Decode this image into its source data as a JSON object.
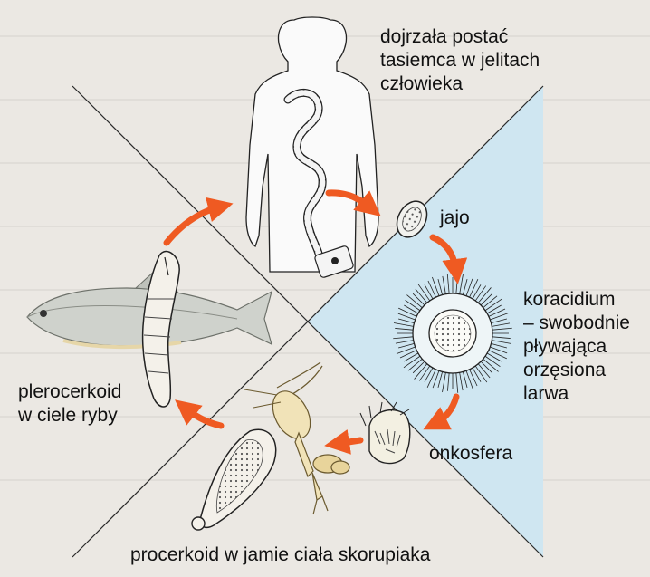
{
  "labels": {
    "adult": "dojrzała postać\ntasiemca w jelitach\nczłowieka",
    "egg": "jajo",
    "coracidium": "koracidium\n– swobodnie\npływająca\norzęsiona\nlarwa",
    "oncosphere": "onkosfera",
    "procercoid": "procerkoid w jamie ciała skorupiaka",
    "plerocercoid": "plerocerkoid\nw ciele ryby"
  },
  "colors": {
    "arrow": "#ef5a22",
    "water": "#cfe6f1",
    "background": "#ebe8e3",
    "line": "#2a2a2a"
  },
  "icons": [
    "human-silhouette-icon",
    "tapeworm-icon",
    "egg-icon",
    "coracidium-icon",
    "oncosphere-icon",
    "copepod-icon",
    "procercoid-icon",
    "fish-icon",
    "plerocercoid-icon"
  ]
}
